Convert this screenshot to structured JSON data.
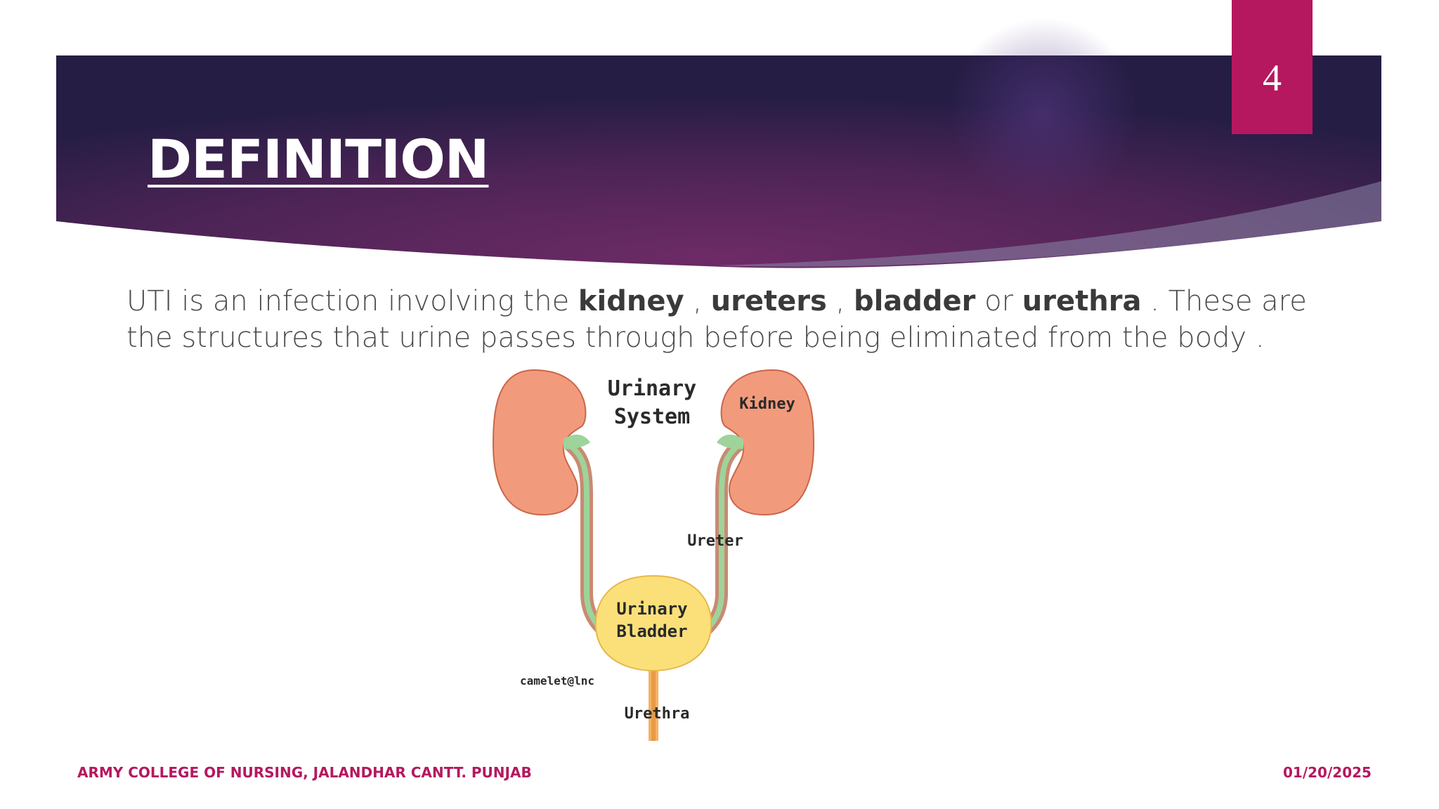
{
  "slide": {
    "number": "4",
    "title": "DEFINITION",
    "body": {
      "intro": "UTI is an infection involving the ",
      "term1": "kidney",
      "sep1": " , ",
      "term2": "ureters",
      "sep2": " , ",
      "term3": "bladder",
      "sep3": " or ",
      "term4": "urethra",
      "rest": " . These are the structures that urine passes through before being eliminated from the body ."
    }
  },
  "diagram": {
    "title_line1": "Urinary",
    "title_line2": "System",
    "label_kidney": "Kidney",
    "label_ureter": "Ureter",
    "label_bladder_line1": "Urinary",
    "label_bladder_line2": "Bladder",
    "label_credit": "camelet@lnc",
    "label_urethra": "Urethra"
  },
  "footer": {
    "institution": "ARMY COLLEGE OF NURSING, JALANDHAR CANTT. PUNJAB",
    "date": "01/20/2025"
  },
  "colors": {
    "accent": "#b5185f",
    "banner_dark": "#2b1e4a",
    "banner_mid": "#6a2a63",
    "kidney": "#f29a7c",
    "bladder": "#fbe07a",
    "ureter_inner": "#9ed39a"
  }
}
